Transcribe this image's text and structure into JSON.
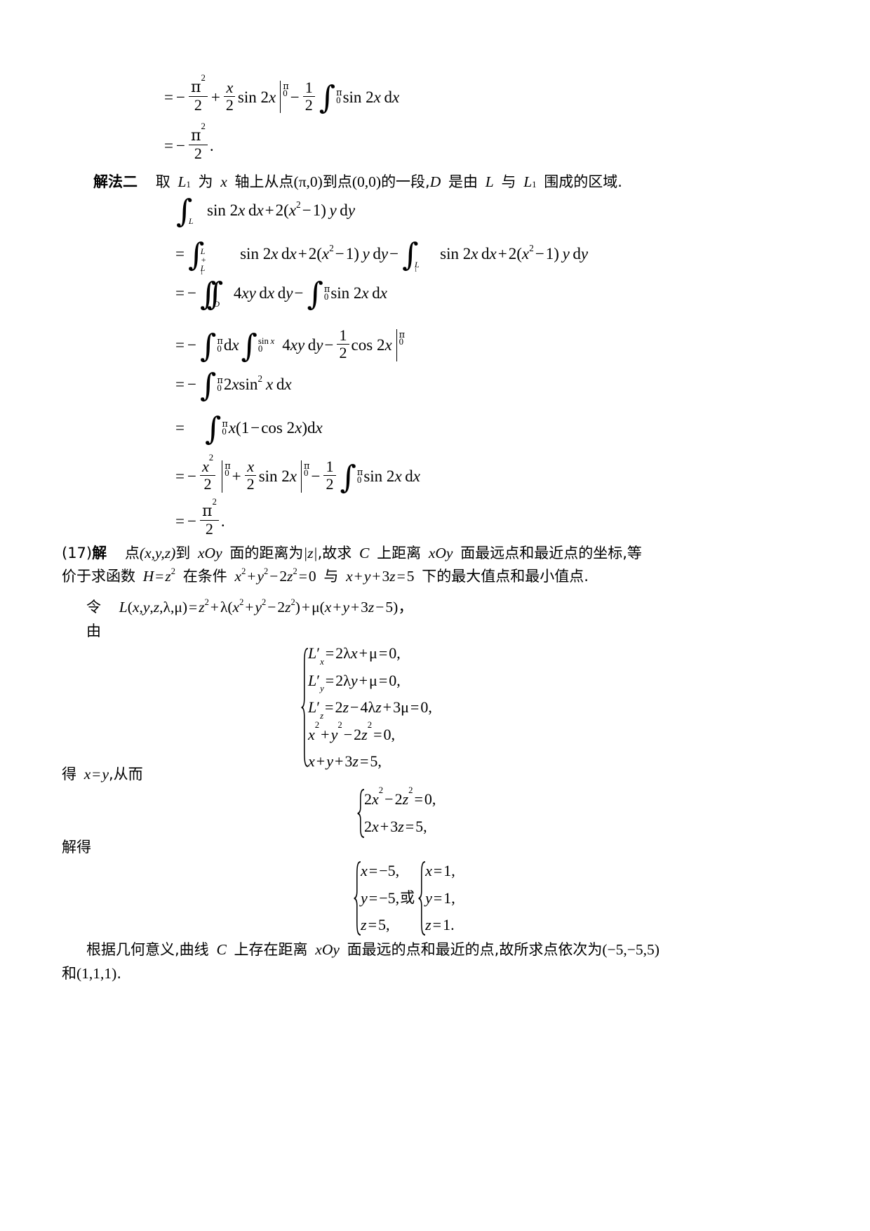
{
  "document": {
    "type": "math-textbook-solution-page",
    "language": "zh-CN"
  },
  "block_a": {
    "eq1": {
      "parts": [
        "=",
        "−",
        "π²/2",
        "+",
        "x/2",
        "sin 2x",
        "|₀^π",
        "−",
        "1/2",
        "∫₀^π",
        "sin 2x dx"
      ],
      "plain": "= -π²/2 + (x/2) sin 2x |_0^π - (1/2) ∫_0^π sin 2x dx"
    },
    "eq2": {
      "plain": "= -π²/2 ."
    }
  },
  "solution2": {
    "label": "解法二",
    "text_1": "取",
    "var_L1": "L",
    "sub_1": "1",
    "text_2": "为",
    "var_x": "x",
    "text_3": "轴上从点",
    "point_1": "(π,0)",
    "text_4": "到点",
    "point_2": "(0,0)",
    "text_5": "的一段,",
    "var_D": "D",
    "text_6": "是由",
    "var_L": "L",
    "text_7": "与",
    "var_L1b": "L",
    "sub_2": "1",
    "text_8": "围成的区域."
  },
  "derivation": {
    "line1": "∫_L sin 2x dx + 2(x²−1) y dy",
    "line2": "= ∫_{L+L₁} sin 2x dx + 2(x²−1) y dy − ∫_{L₁} sin 2x dx + 2(x²−1) y dy",
    "line3": "= − ∬_D 4xy dx dy − ∫_0^π sin 2x dx",
    "line4": "= − ∫_0^π dx ∫_0^{sin x} 4xy dy − (1/2) cos 2x |_0^π",
    "line5": "= − ∫_0^π 2x sin² x dx",
    "line6": "= ∫_0^π x(1 − cos 2x) dx",
    "line7": "= − x²/2 |_0^π + (x/2) sin 2x |_0^π − (1/2) ∫_0^π sin 2x dx",
    "line8": "= − π²/2 ."
  },
  "problem17": {
    "number": "(17)",
    "solve_label": "解",
    "p1_a": "点",
    "p1_pt": "(x,y,z)",
    "p1_b": "到",
    "p1_plane": "xOy",
    "p1_c": "面的距离为",
    "p1_abs": "|z|",
    "p1_d": ",故求",
    "p1_C": "C",
    "p1_e": "上距离",
    "p1_plane2": "xOy",
    "p1_f": "面最远点和最近点的坐标,等",
    "p2_a": "价于求函数",
    "p2_H": "H=z²",
    "p2_b": "在条件",
    "p2_cond1": "x²+y²−2z²=0",
    "p2_c": "与",
    "p2_cond2": "x+y+3z=5",
    "p2_d": "下的最大值点和最小值点.",
    "let_label": "令",
    "lagrangian": "L(x,y,z,λ,μ)=z²+λ(x²+y²−2z²)+μ(x+y+3z−5)，",
    "by_label": "由",
    "system1": [
      "L′ₓ=2λx+μ=0,",
      "L′_y=2λy+μ=0,",
      "L′_z=2z−4λz+3μ=0,",
      "x²+y²−2z²=0,",
      "x+y+3z=5,"
    ],
    "得_a": "得",
    "得_eq": "x=y",
    "得_b": ",从而",
    "system2": [
      "2x²−2z²=0,",
      "2x+3z=5,"
    ],
    "解得_label": "解得",
    "system3_left": [
      "x=−5,",
      "y=−5,",
      "z=5,"
    ],
    "system3_or": "或",
    "system3_right": [
      "x=1,",
      "y=1,",
      "z=1."
    ],
    "concl_a": "根据几何意义,曲线",
    "concl_C": "C",
    "concl_b": "上存在距离",
    "concl_plane": "xOy",
    "concl_c": "面最远的点和最近的点,故所求点依次为",
    "concl_pt1": "(−5,−5,5)",
    "concl_d": "和",
    "concl_pt2": "(1,1,1)",
    "concl_e": "."
  }
}
